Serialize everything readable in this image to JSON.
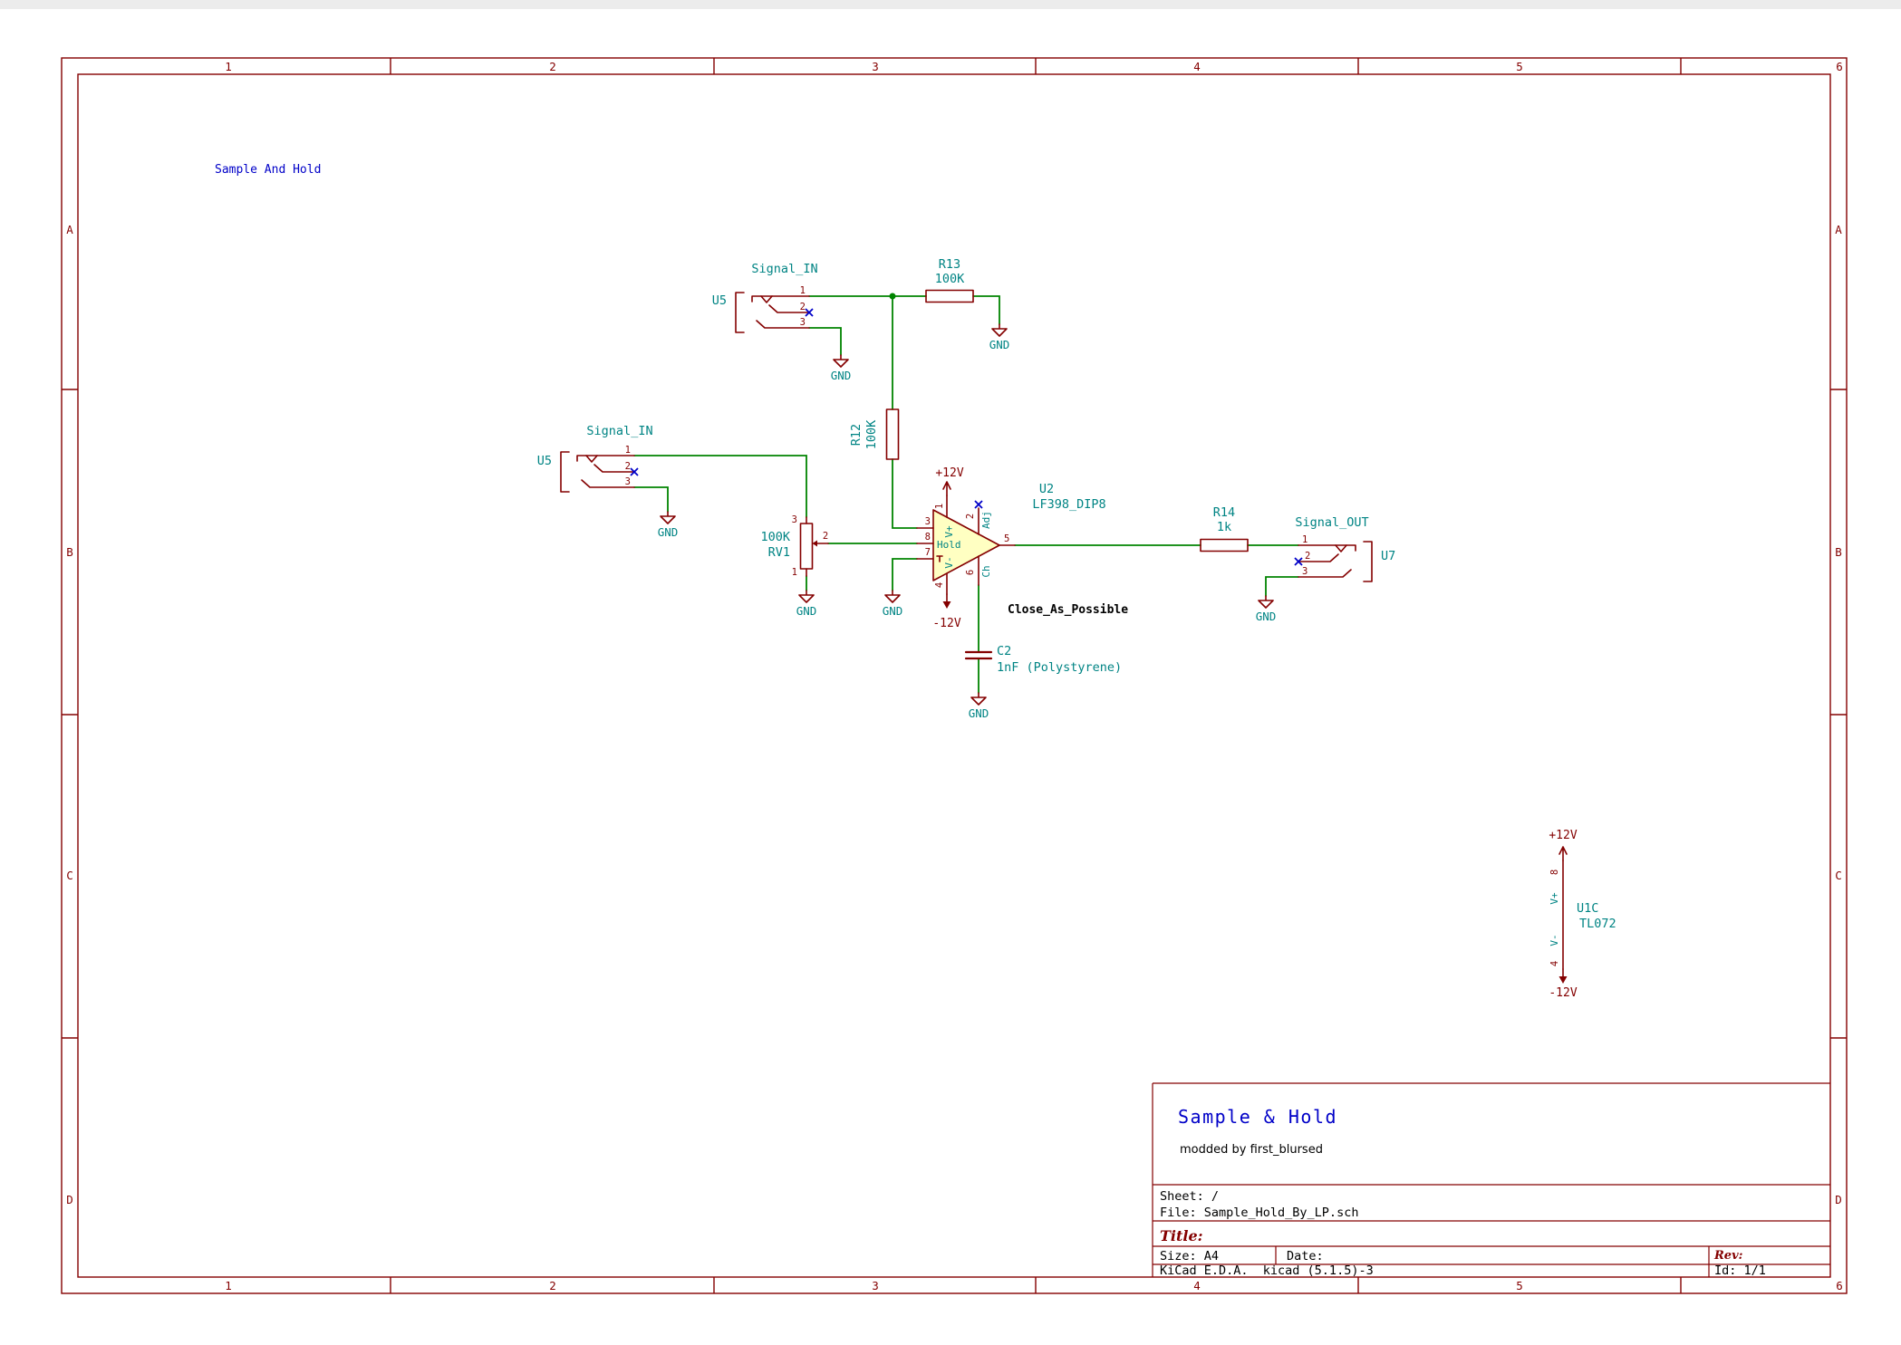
{
  "colors": {
    "wire": "#008400",
    "symbol": "#840000",
    "field_text": "#008484",
    "no_connect": "#0000C8",
    "heading_text": "#0000C8",
    "opamp_fill": "#FFFFC2",
    "background": "#FFFFFF"
  },
  "sheet": {
    "heading": "Sample And Hold",
    "columns": [
      "1",
      "2",
      "3",
      "4",
      "5",
      "6"
    ],
    "rows": [
      "A",
      "B",
      "C",
      "D"
    ]
  },
  "power": {
    "vpos": "+12V",
    "vneg": "-12V",
    "gnd": "GND"
  },
  "components": {
    "jack_top": {
      "ref": "U5",
      "value": "Signal_IN",
      "pins": [
        "1",
        "2",
        "3"
      ]
    },
    "jack_mid": {
      "ref": "U5",
      "value": "Signal_IN",
      "pins": [
        "1",
        "2",
        "3"
      ]
    },
    "jack_out": {
      "ref": "U7",
      "value": "Signal_OUT",
      "pins": [
        "1",
        "2",
        "3"
      ]
    },
    "r13": {
      "ref": "R13",
      "value": "100K"
    },
    "r12": {
      "ref": "R12",
      "value": "100K"
    },
    "r14": {
      "ref": "R14",
      "value": "1k"
    },
    "rv1": {
      "ref": "RV1",
      "value": "100K",
      "pin_top": "3",
      "pin_wiper": "2",
      "pin_bottom": "1"
    },
    "c2": {
      "ref": "C2",
      "value": "1nF (Polystyrene)"
    },
    "u2": {
      "ref": "U2",
      "value": "LF398_DIP8",
      "pin_vplus": "1",
      "pin_adj": "2",
      "pin_input": "3",
      "pin_vminus": "4",
      "pin_out": "5",
      "pin_ch": "6",
      "pin_ref": "7",
      "pin_hold": "8",
      "name_vplus": "V+",
      "name_vminus": "V-",
      "name_adj": "Adj",
      "name_ch": "Ch",
      "name_hold": "Hold"
    },
    "u1c": {
      "ref": "U1C",
      "value": "TL072",
      "pin_vplus": "8",
      "pin_vminus": "4",
      "name_vplus": "V+",
      "name_vminus": "V-"
    }
  },
  "annotations": {
    "note": "Close_As_Possible"
  },
  "title_block": {
    "doc_title": "Sample & Hold",
    "doc_subtitle": "modded by first_blursed",
    "sheet_line": "Sheet: /",
    "file_line": "File: Sample_Hold_By_LP.sch",
    "title_label": "Title:",
    "size_label": "Size: A4",
    "date_label": "Date:",
    "rev_label": "Rev:",
    "generator": "KiCad E.D.A.  kicad (5.1.5)-3",
    "id_label": "Id: 1/1"
  }
}
